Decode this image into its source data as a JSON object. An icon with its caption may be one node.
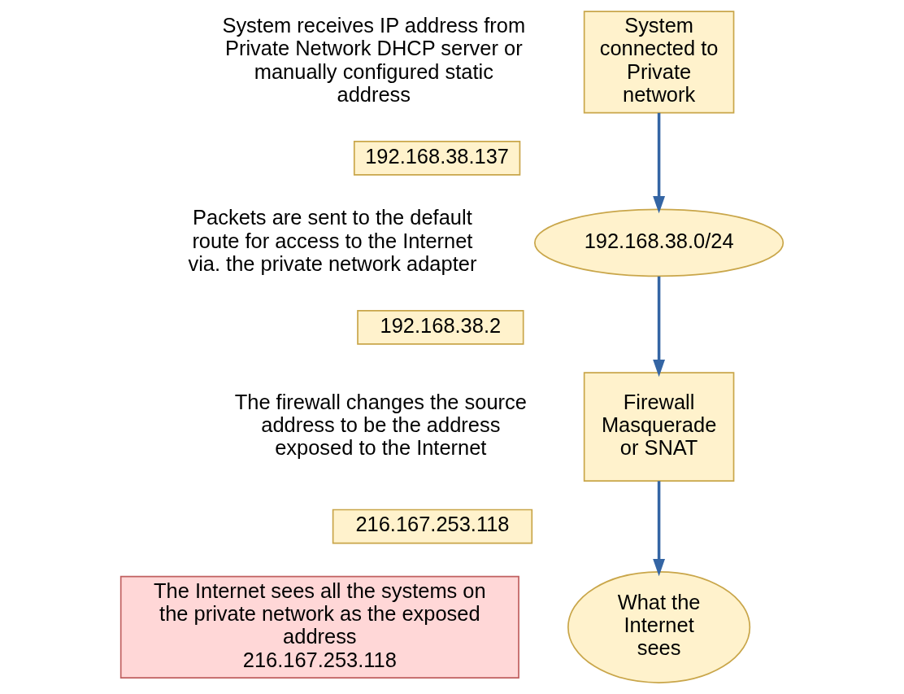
{
  "diagram": {
    "nodes": [
      {
        "text": [
          "System connected to Private network"
        ]
      },
      {
        "text": [
          "192.168.38.137"
        ]
      },
      {
        "text": [
          "192.168.38.0/24"
        ]
      },
      {
        "text": [
          "192.168.38.2"
        ]
      },
      {
        "text": [
          "Firewall Masquerade or SNAT"
        ]
      },
      {
        "text": [
          "216.167.253.118"
        ]
      },
      {
        "text": [
          "What the Internet sees"
        ]
      },
      {
        "text": [
          "The Internet sees all the systems on the private network as the exposed address",
          "216.167.253.118"
        ]
      }
    ],
    "edges": [
      {
        "from": 0,
        "to": 2,
        "arrow": "to"
      },
      {
        "from": 2,
        "to": 4,
        "arrow": "to"
      },
      {
        "from": 4,
        "to": 6,
        "arrow": "to"
      }
    ],
    "labels": [
      "System receives IP address from Private Network DHCP server or manually configured static address",
      "Packets are sent to the default route for access to the Internet via. the private network adapter",
      "The firewall changes the source address to be the address exposed to the Internet"
    ]
  }
}
